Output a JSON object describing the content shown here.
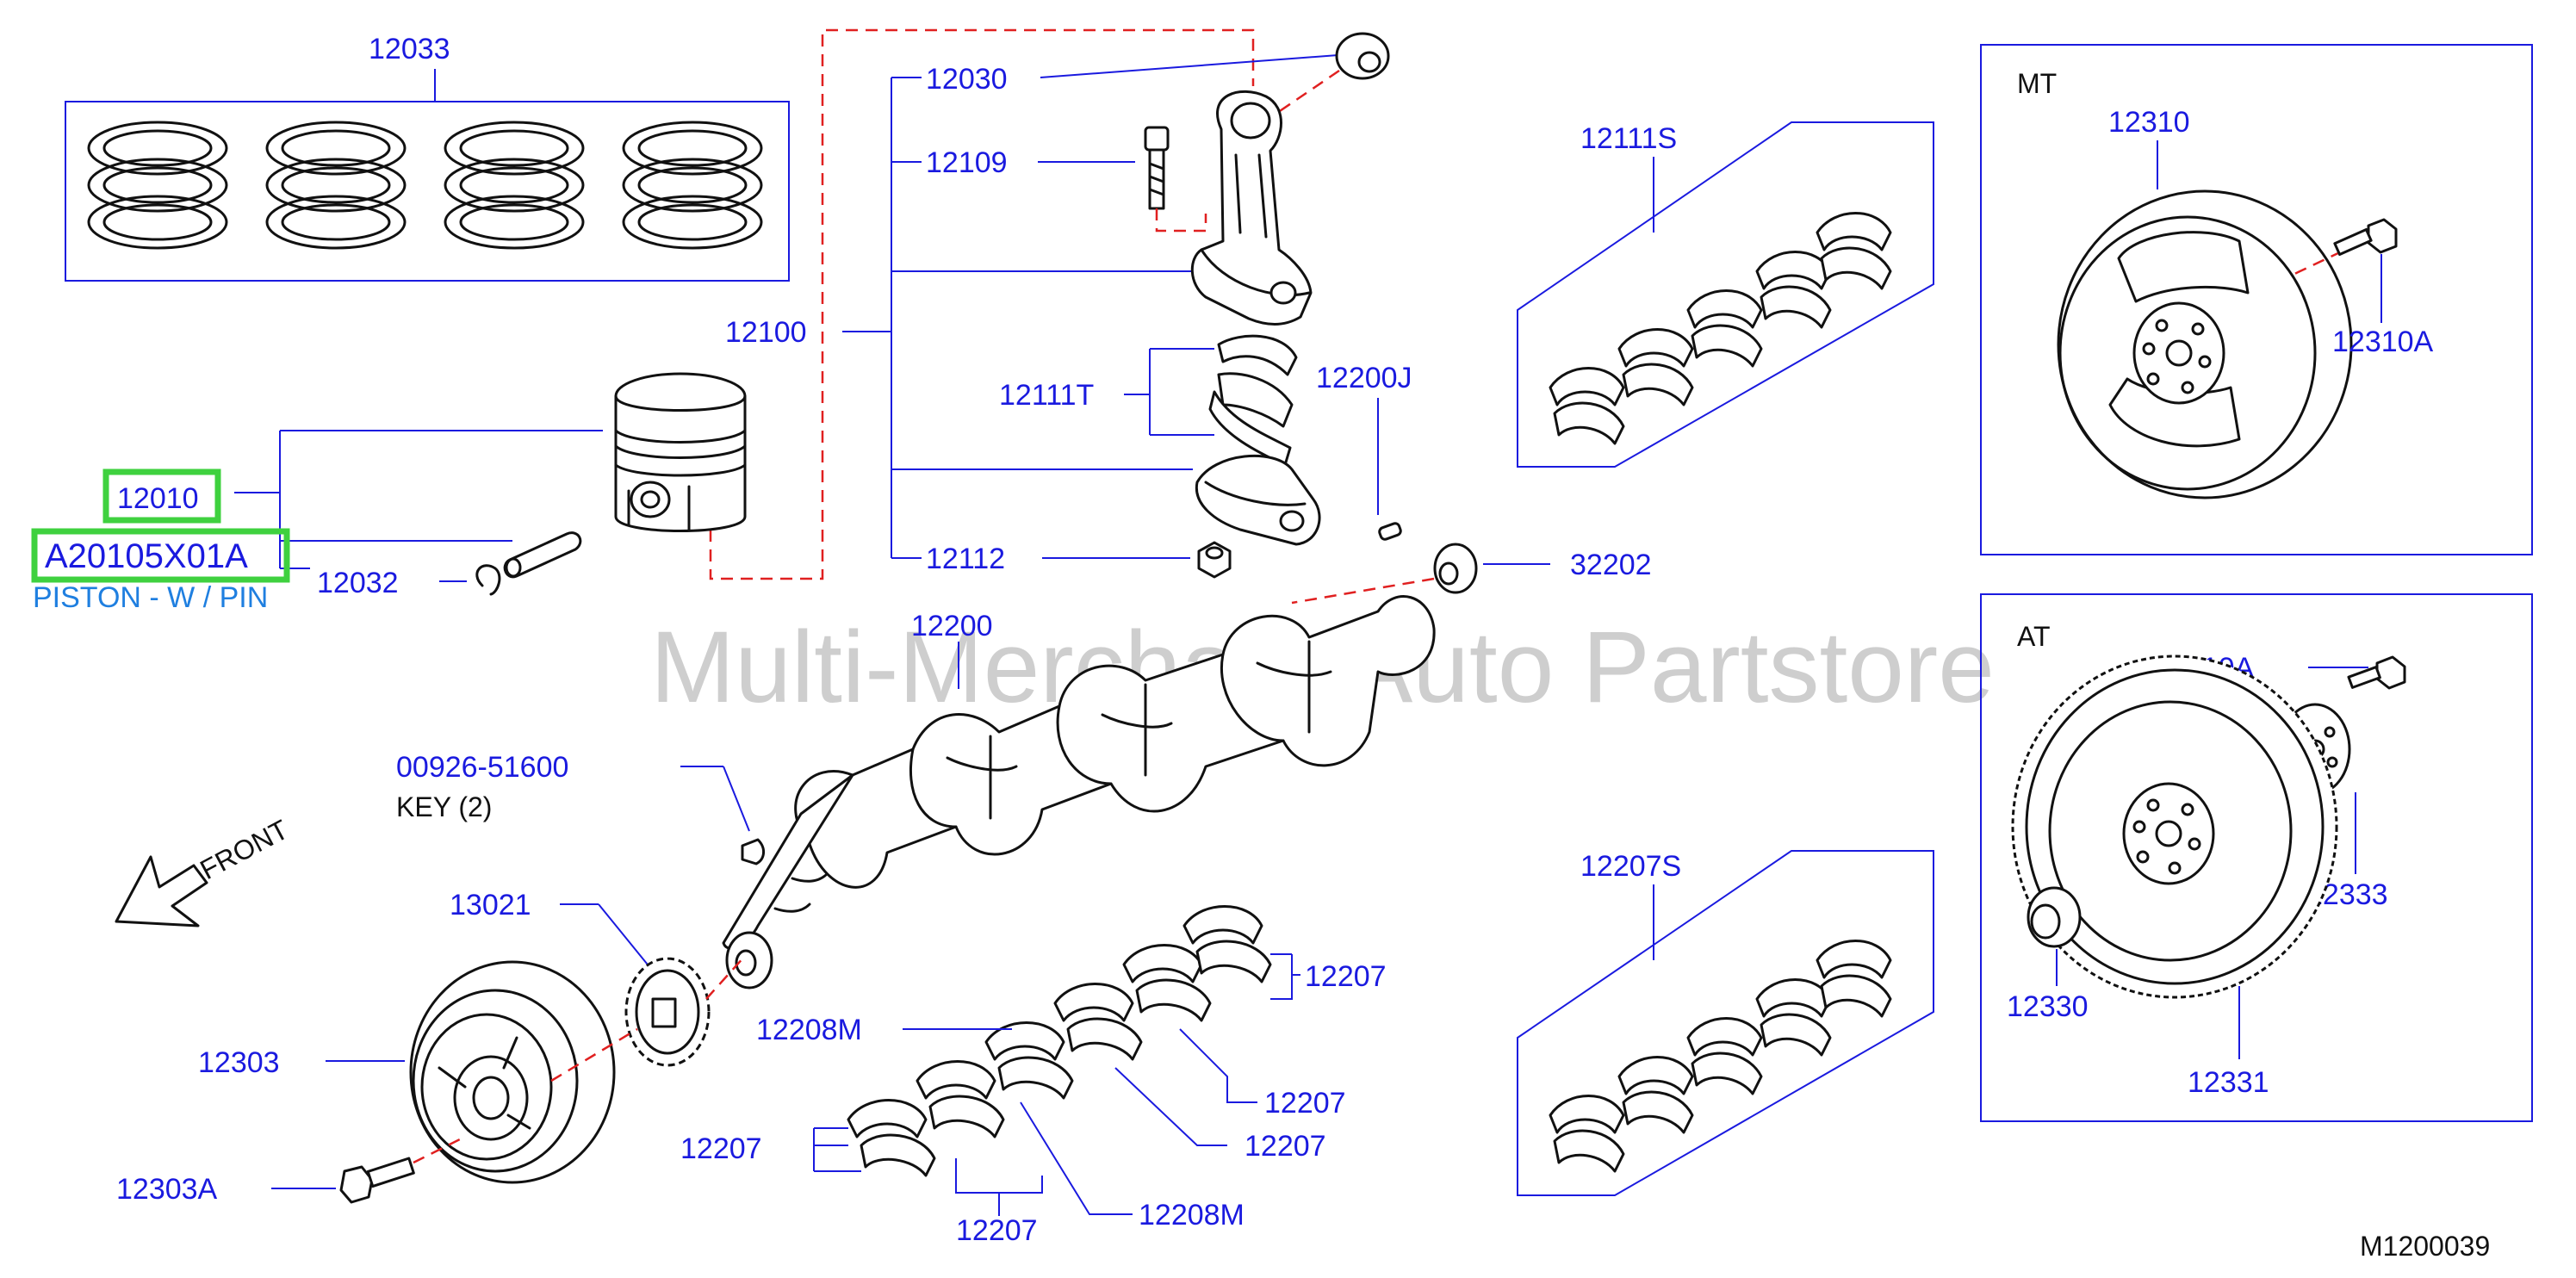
{
  "watermark": "Multi-Merchant Auto Partstore",
  "diagram_id": "M1200039",
  "front_label": "FRONT",
  "groups": {
    "mt": "MT",
    "at": "AT"
  },
  "parts": {
    "p12033": "12033",
    "p12030": "12030",
    "p12109": "12109",
    "p12100": "12100",
    "p12111T": "12111T",
    "p12200J": "12200J",
    "p12010": "12010",
    "pA20105X01A": "A20105X01A",
    "p12032": "12032",
    "p12112": "12112",
    "p32202": "32202",
    "p12200": "12200",
    "p12111S": "12111S",
    "p12310": "12310",
    "p12310A_mt": "12310A",
    "p12310A_at": "12310A",
    "p12333": "12333",
    "p12330": "12330",
    "p12331": "12331",
    "p00926": "00926-51600",
    "p13021": "13021",
    "p12303": "12303",
    "p12303A": "12303A",
    "p12207S": "12207S",
    "p12207_a": "12207",
    "p12208M_a": "12208M",
    "p12207_b": "12207",
    "p12207_c": "12207",
    "p12207_d": "12207",
    "p12207_e": "12207",
    "p12208M_b": "12208M"
  },
  "descriptions": {
    "piston": "PISTON - W / PIN",
    "key": "KEY   (2)"
  },
  "colors": {
    "label_blue": "#1a1adf",
    "highlight_green": "#3fd13f",
    "dash_red": "#e02020",
    "desc_cyan": "#1f7fe0"
  }
}
